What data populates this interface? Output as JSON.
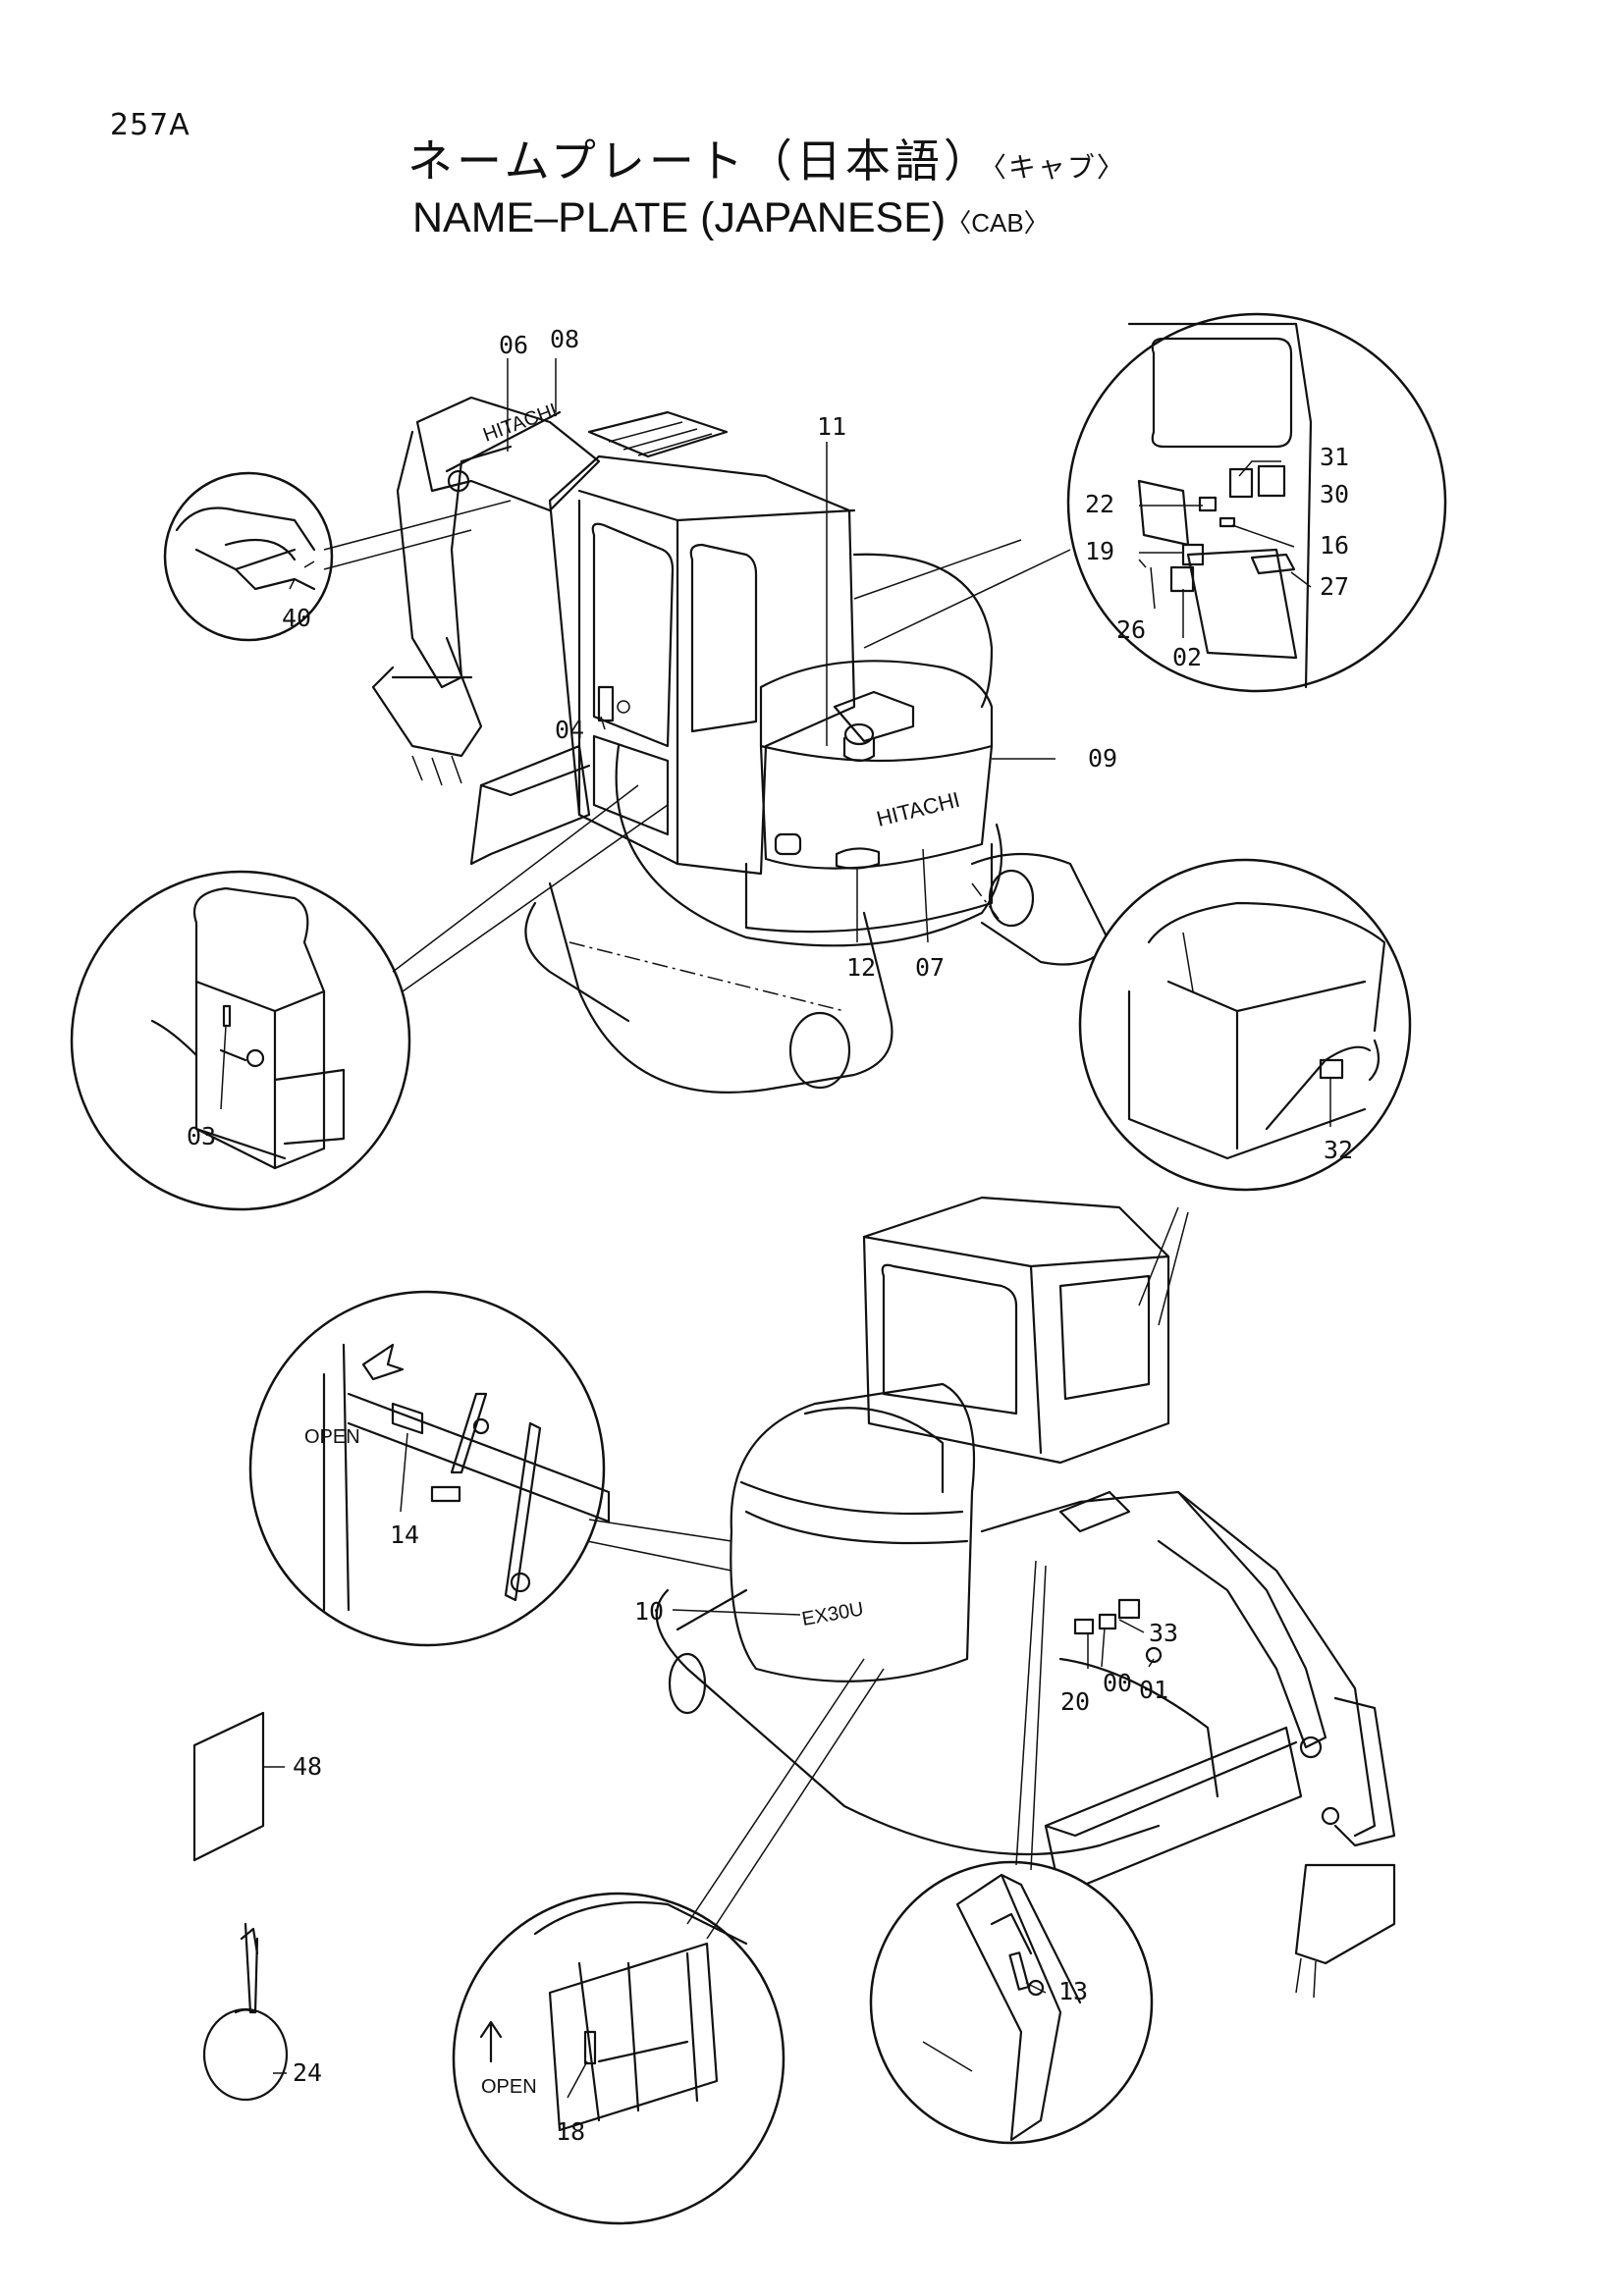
{
  "page": {
    "number": "257A",
    "title_jp": "ネームプレート（日本語）",
    "title_jp_sub": "〈キャブ〉",
    "title_en": "NAME–PLATE (JAPANESE)",
    "title_en_sub": "〈CAB〉"
  },
  "diagram": {
    "brand_text": "HITACHI",
    "model_text": "EX30U",
    "open_label_1": "OPEN",
    "open_label_2": "OPEN",
    "callouts": {
      "c00": "00",
      "c01": "01",
      "c02": "02",
      "c03": "03",
      "c04": "04",
      "c06": "06",
      "c07": "07",
      "c08": "08",
      "c09": "09",
      "c10": "10",
      "c11": "11",
      "c12": "12",
      "c13": "13",
      "c14": "14",
      "c16": "16",
      "c18": "18",
      "c19": "19",
      "c20": "20",
      "c22": "22",
      "c24": "24",
      "c26": "26",
      "c27": "27",
      "c30": "30",
      "c31": "31",
      "c32": "32",
      "c33": "33",
      "c40": "40",
      "c48": "48"
    }
  }
}
